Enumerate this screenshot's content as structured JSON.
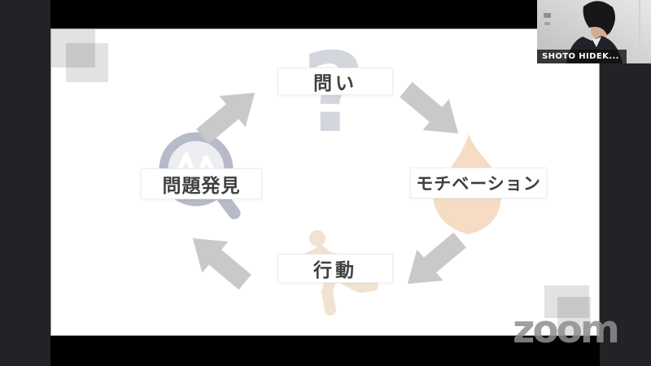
{
  "app": {
    "watermark": "zoom"
  },
  "video_tile": {
    "participant_name": "SHOTO HIDEK..."
  },
  "slide": {
    "diagram": {
      "type": "cycle",
      "direction": "clockwise",
      "arrow_color": "#c9c9c9",
      "nodes": [
        {
          "label": "問い",
          "icon": "question-mark-icon",
          "icon_glyph": "?",
          "icon_color": "#d4d6de"
        },
        {
          "label": "モチベーション",
          "icon": "flame-icon",
          "icon_color": "#f6dcc4"
        },
        {
          "label": "行動",
          "icon": "runner-icon",
          "icon_color": "#f3e2d2"
        },
        {
          "label": "問題発見",
          "icon": "magnifier-pulse-icon",
          "icon_color": "#b6bac9"
        }
      ]
    }
  },
  "colors": {
    "client_background": "#232227",
    "stage_background": "#000000",
    "slide_background": "#ffffff",
    "label_text": "#3f3f3f",
    "name_tag_background": "rgba(15,15,15,0.78)"
  }
}
